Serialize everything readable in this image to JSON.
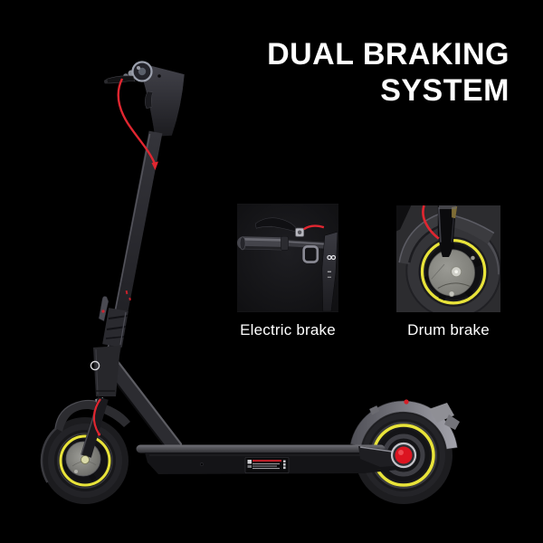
{
  "headline": {
    "line1": "DUAL BRAKING",
    "line2": "SYSTEM"
  },
  "insets": [
    {
      "label": "Electric brake"
    },
    {
      "label": "Drum brake"
    }
  ],
  "colors": {
    "background": "#000000",
    "title_text": "#ffffff",
    "label_text": "#ffffff",
    "brake_cable_red": "#e02630",
    "wheel_rim_yellow": "#e8e33a",
    "rear_hub_red": "#dc1420",
    "inset_box_bg": "#141416"
  }
}
